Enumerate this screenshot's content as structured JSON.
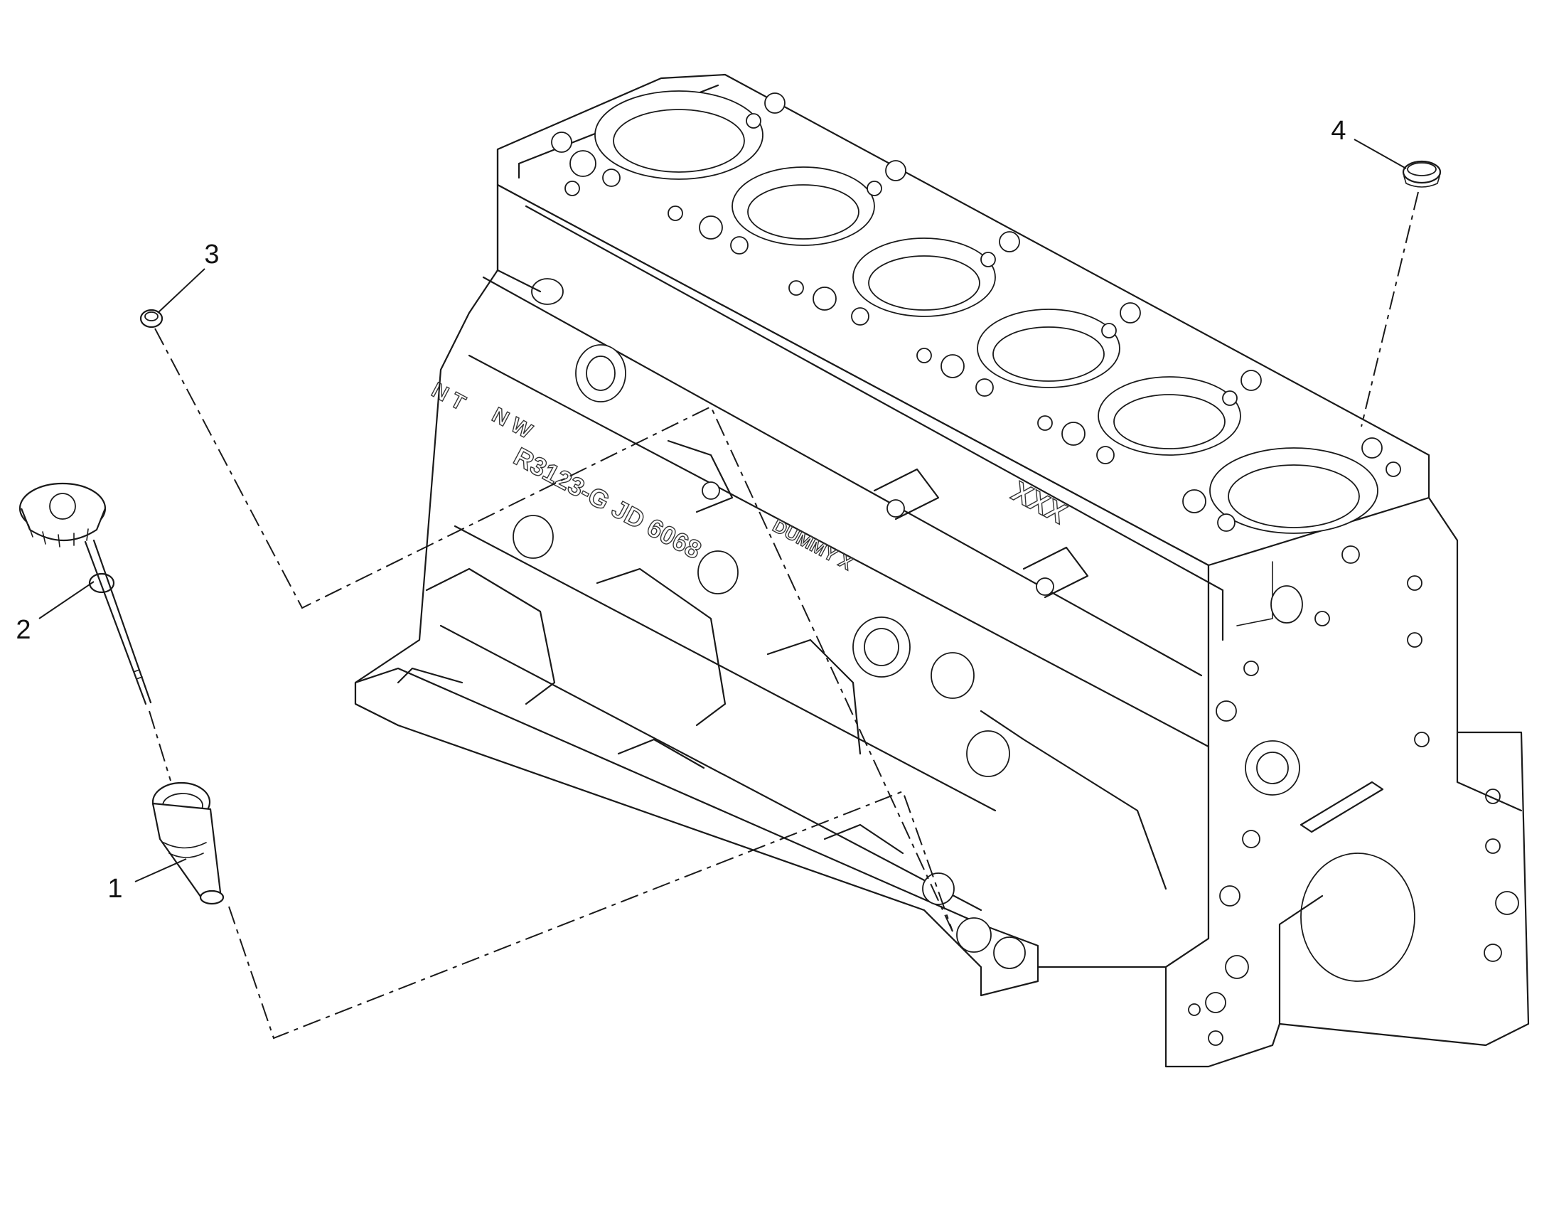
{
  "callouts": [
    {
      "id": "1",
      "label": "1"
    },
    {
      "id": "2",
      "label": "2"
    },
    {
      "id": "3",
      "label": "3"
    },
    {
      "id": "4",
      "label": "4"
    }
  ],
  "casting_text": {
    "nt": "N T",
    "nw": "N W",
    "code": "R3123-G  JD  6068",
    "dummy": "DUMMY  X",
    "xxx": "XXX"
  },
  "colors": {
    "line": "#1a1a1a",
    "background": "#ffffff"
  }
}
